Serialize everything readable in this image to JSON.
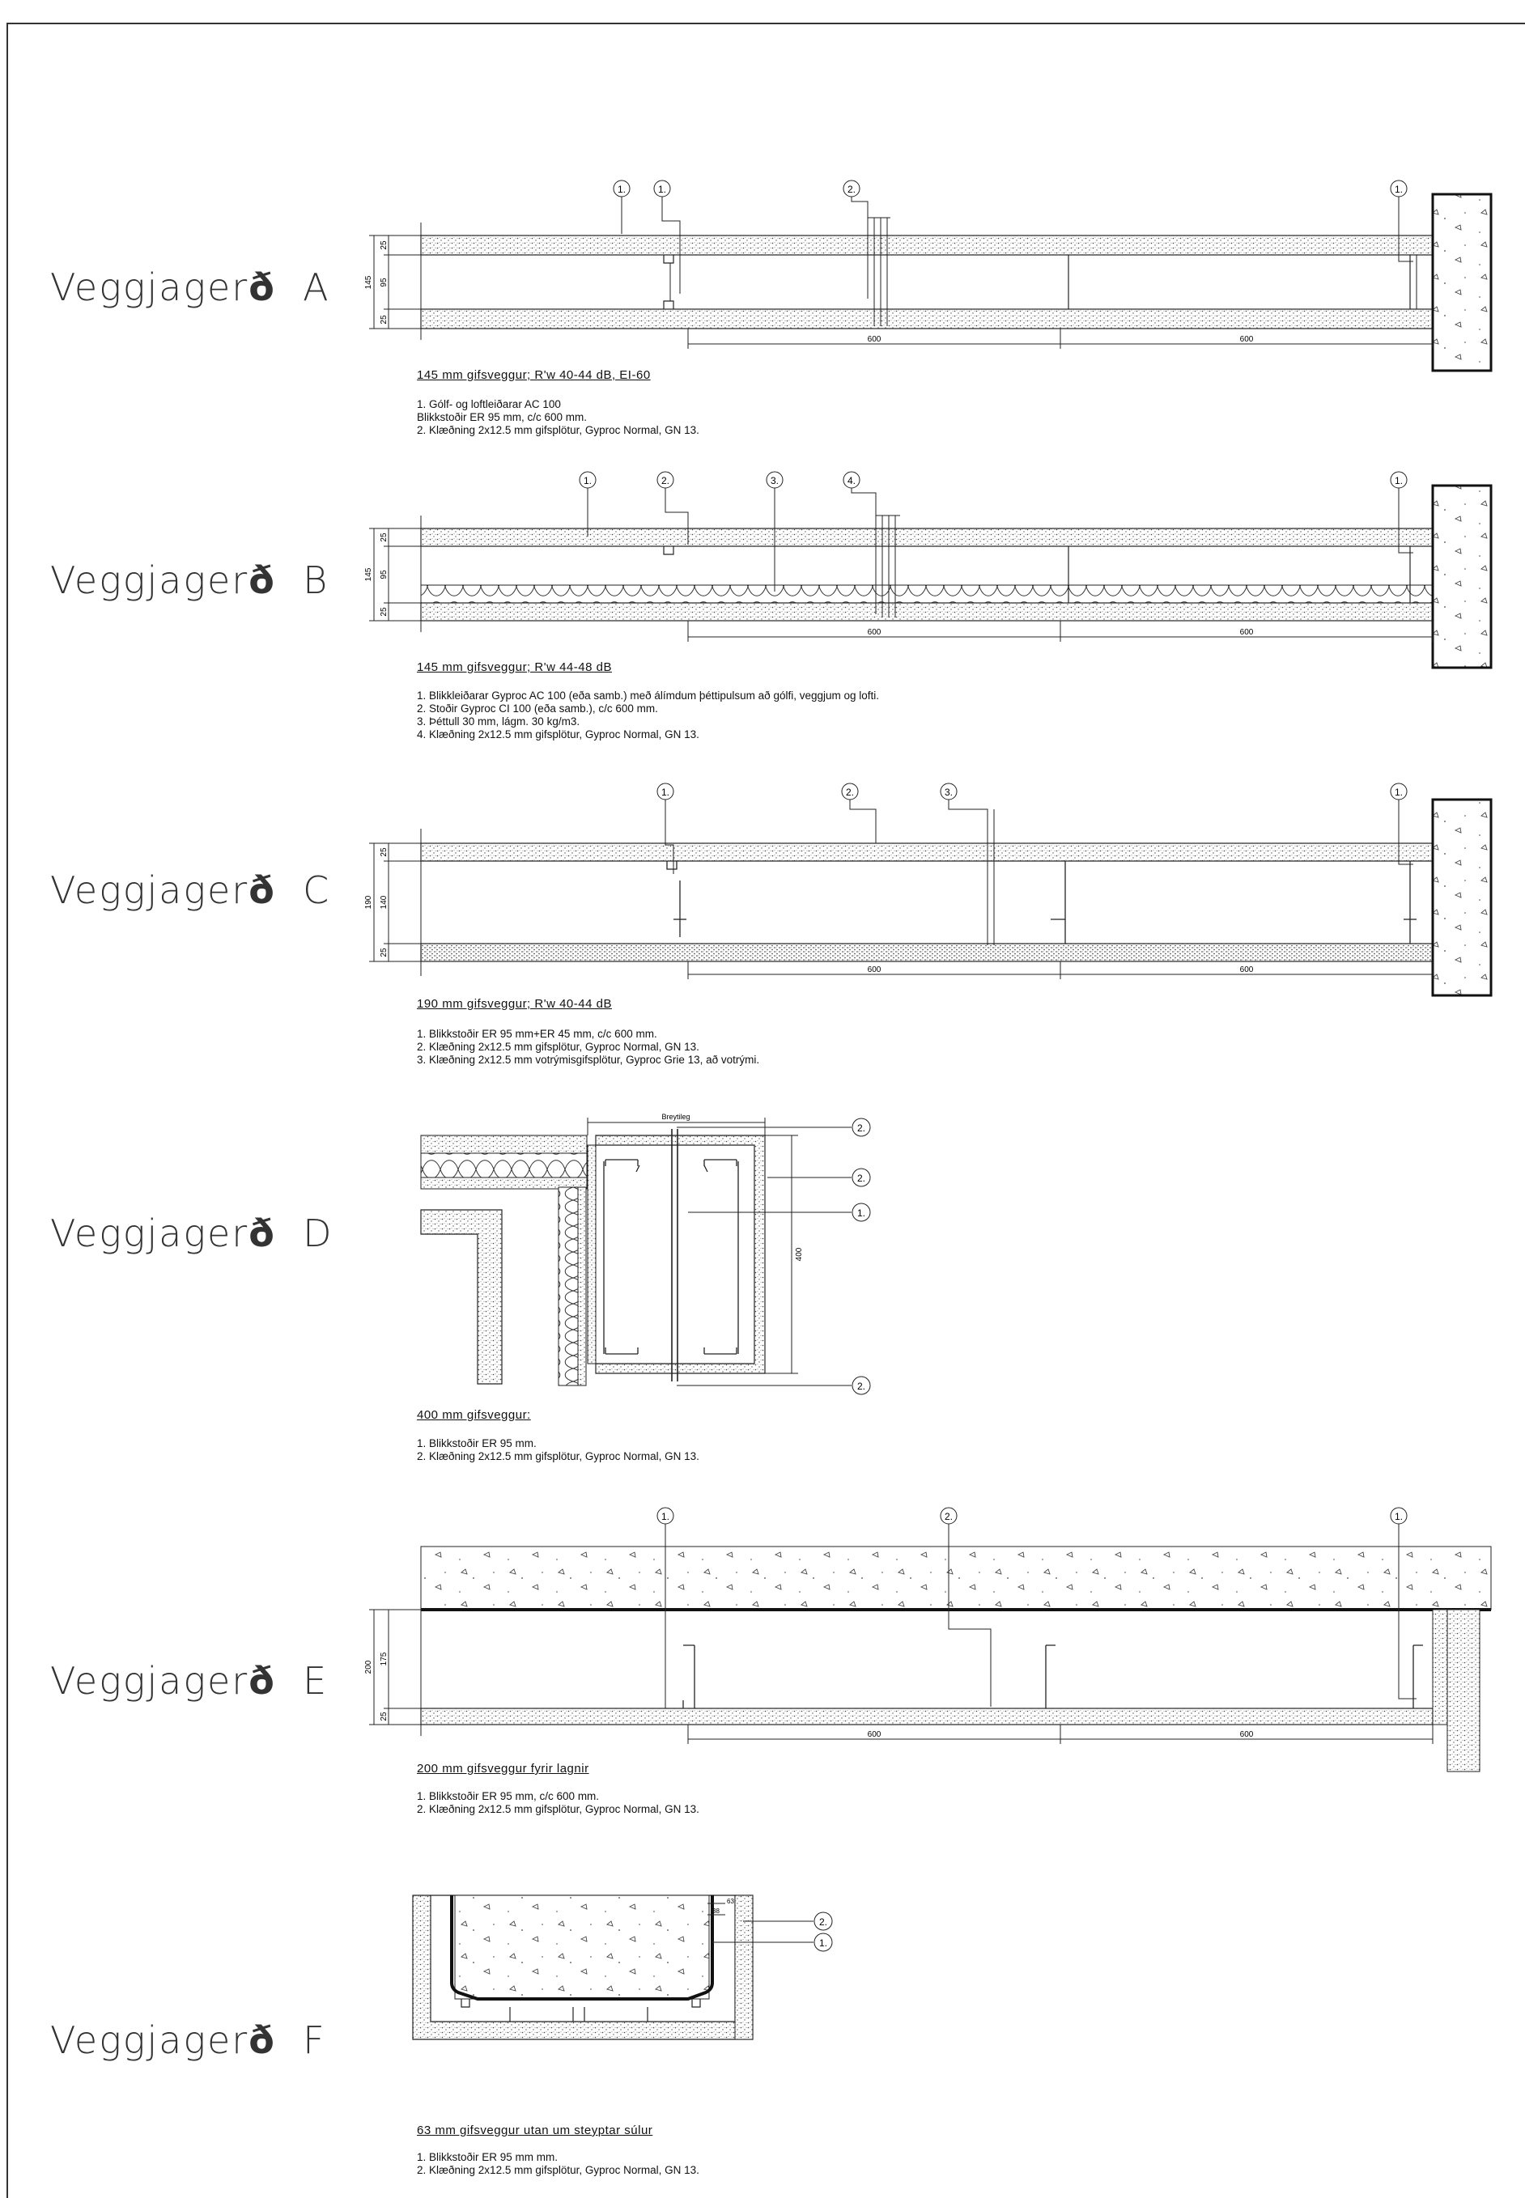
{
  "walls": [
    {
      "label_prefix": "Veggjager",
      "label_eth": "ð",
      "letter": "A",
      "caption": "145 mm gifsveggur; R'w 40-44 dB, EI-60",
      "notes": [
        "1. Gólf- og loftleiðarar AC 100",
        "Blikkstoðir ER 95 mm, c/c 600 mm.",
        "2. Klæðning 2x12.5 mm gifsplötur, Gyproc Normal, GN 13."
      ],
      "callouts": [
        "1.",
        "1.",
        "2.",
        "1."
      ],
      "dims": [
        "25",
        "95",
        "25",
        "145"
      ],
      "spacing": [
        "600",
        "600"
      ]
    },
    {
      "label_prefix": "Veggjager",
      "label_eth": "ð",
      "letter": "B",
      "caption": "145 mm gifsveggur; R'w 44-48 dB",
      "notes": [
        "1. Blikkleiðarar Gyproc AC 100 (eða samb.) með álímdum þéttipulsum að gólfi, veggjum og lofti.",
        "2. Stoðir Gyproc CI 100 (eða samb.), c/c 600 mm.",
        "3. Þéttull 30 mm, lágm. 30 kg/m3.",
        "4. Klæðning 2x12.5 mm gifsplötur, Gyproc Normal, GN 13."
      ],
      "callouts": [
        "1.",
        "2.",
        "3.",
        "4.",
        "1."
      ],
      "dims": [
        "25",
        "95",
        "25",
        "145"
      ],
      "spacing": [
        "600",
        "600"
      ]
    },
    {
      "label_prefix": "Veggjager",
      "label_eth": "ð",
      "letter": "C",
      "caption": "190 mm gifsveggur; R'w 40-44 dB",
      "notes": [
        "1. Blikkstoðir ER 95 mm+ER 45 mm, c/c 600 mm.",
        "2. Klæðning 2x12.5 mm gifsplötur, Gyproc Normal, GN 13.",
        "3. Klæðning 2x12.5 mm votrýmisgifsplötur, Gyproc Grie 13, að votrými."
      ],
      "callouts": [
        "1.",
        "2.",
        "3.",
        "1."
      ],
      "dims": [
        "25",
        "140",
        "25",
        "190"
      ],
      "spacing": [
        "600",
        "600"
      ]
    },
    {
      "label_prefix": "Veggjager",
      "label_eth": "ð",
      "letter": "D",
      "caption": "400 mm gifsveggur:",
      "notes": [
        "1. Blikkstoðir ER 95 mm.",
        "2. Klæðning 2x12.5 mm gifsplötur, Gyproc Normal, GN 13."
      ],
      "callouts": [
        "2.",
        "2.",
        "1.",
        "2."
      ],
      "dims": [
        "400"
      ],
      "top_label": "Breytileg"
    },
    {
      "label_prefix": "Veggjager",
      "label_eth": "ð",
      "letter": "E",
      "caption": "200 mm gifsveggur fyrir lagnir",
      "notes": [
        "1. Blikkstoðir ER 95 mm, c/c 600 mm.",
        "2. Klæðning 2x12.5 mm gifsplötur, Gyproc Normal, GN 13."
      ],
      "callouts": [
        "1.",
        "2.",
        "1."
      ],
      "dims": [
        "25",
        "175",
        "200"
      ],
      "spacing": [
        "600",
        "600"
      ]
    },
    {
      "label_prefix": "Veggjager",
      "label_eth": "ð",
      "letter": "F",
      "caption": "63 mm gifsveggur utan um steyptar súlur",
      "notes": [
        "1. Blikkstoðir ER 95 mm mm.",
        "2. Klæðning 2x12.5 mm gifsplötur, Gyproc Normal, GN 13."
      ],
      "callouts": [
        "2.",
        "1."
      ],
      "dims": [
        "63",
        "38"
      ]
    }
  ]
}
